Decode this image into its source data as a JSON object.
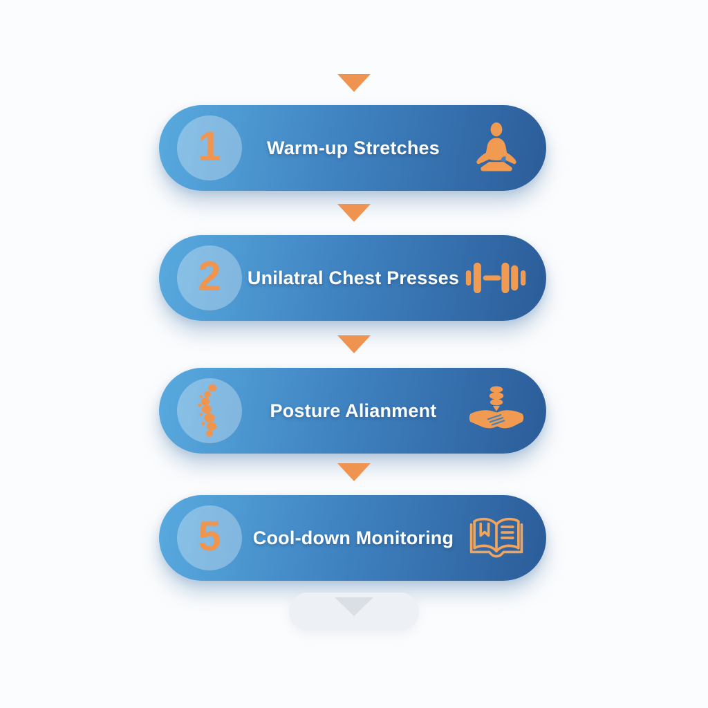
{
  "infographic": {
    "type": "vertical-step-flow",
    "background_color": "#FBFCFD",
    "steps": [
      {
        "number": "1",
        "title": "Warm-up Stretches",
        "badge_icon": "",
        "right_icon": "meditation-pose-icon"
      },
      {
        "number": "2",
        "title": "Unilatral Chest Presses",
        "badge_icon": "",
        "right_icon": "dumbbell-icon"
      },
      {
        "number": "",
        "title": "Posture Alianment",
        "badge_icon": "spine-icon",
        "right_icon": "chiropractic-adjustment-icon"
      },
      {
        "number": "5",
        "title": "Cool-down Monitoring",
        "badge_icon": "",
        "right_icon": "open-book-icon"
      }
    ],
    "connectors": {
      "shape": "triangle-down",
      "color": "#EF9350",
      "count": 4
    },
    "footer": {
      "shape": "muted-pill-with-chevron-down",
      "background_color": "#EDF1F6",
      "chevron_color": "#DADFE6"
    },
    "colors": {
      "pill_gradient_start": "#58AADF",
      "pill_gradient_end": "#2B5C99",
      "badge_circle": "rgba(255,255,255,0.30)",
      "accent_orange": "#F0954F",
      "icon_orange": "#F09A52",
      "title_text": "#FFFFFF"
    }
  }
}
